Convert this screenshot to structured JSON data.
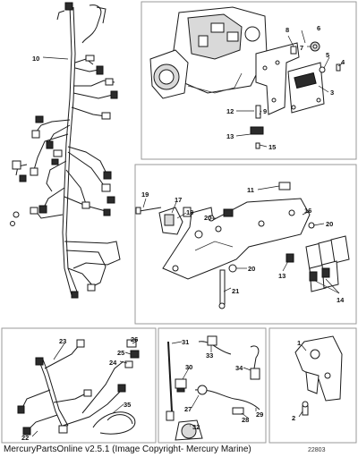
{
  "callouts": {
    "c1": "1",
    "c2": "2",
    "c3": "3",
    "c4": "4",
    "c5": "5",
    "c6": "6",
    "c7": "7",
    "c8": "8",
    "c9": "9",
    "c10": "10",
    "c11": "11",
    "c12": "12",
    "c13a": "13",
    "c13b": "13",
    "c14": "14",
    "c15": "15",
    "c16": "16",
    "c17": "17",
    "c18": "18",
    "c19": "19",
    "c20a": "20",
    "c20b": "20",
    "c20c": "20",
    "c21": "21",
    "c22": "22",
    "c23": "23",
    "c24": "24",
    "c25": "25",
    "c26": "26",
    "c27": "27",
    "c28": "28",
    "c29": "29",
    "c30": "30",
    "c31": "31",
    "c32": "32",
    "c33": "33",
    "c34": "34",
    "c35": "35"
  },
  "footer": {
    "caption": "MercuryPartsOnline v2.5.1 (Image Copyright- Mercury Marine)",
    "sheet_number": "22803"
  }
}
